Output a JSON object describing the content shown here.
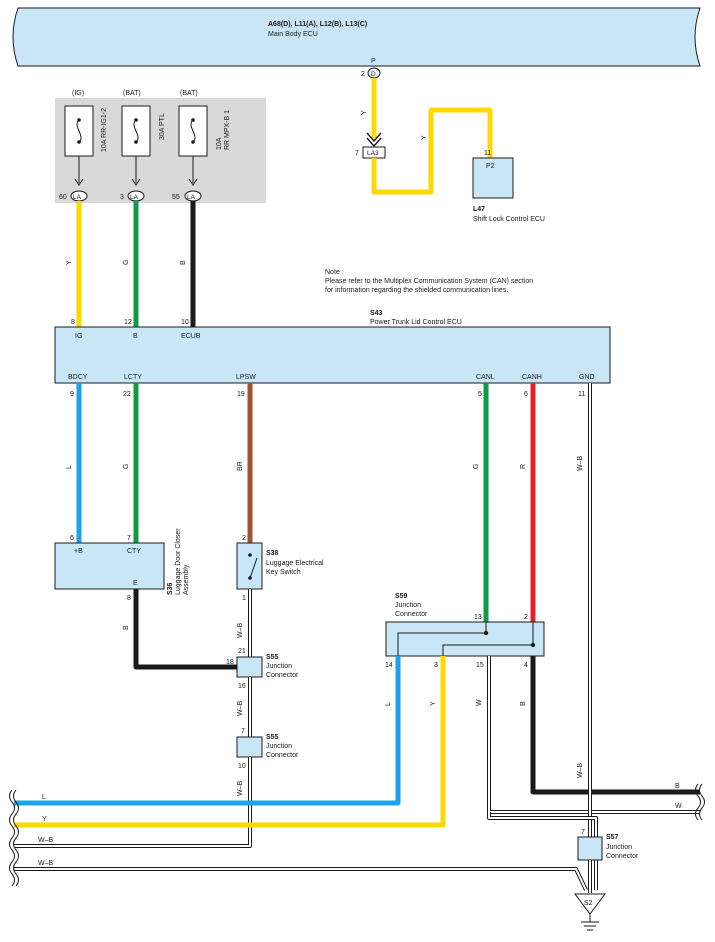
{
  "main_ecu": {
    "codes": "A68(D), L11(A), L12(B), L13(C)",
    "name": "Main Body ECU",
    "pin_num": "2",
    "pin_conn": "D",
    "pin_label": "P"
  },
  "fuses": [
    {
      "source": "(IG)",
      "rating": "10A RR-IG1-2",
      "pin": "60",
      "conn": "LA",
      "wire": "Y",
      "pin_ecu": "8",
      "term": "IG"
    },
    {
      "source": "(BAT)",
      "rating": "30A PTL",
      "pin": "3",
      "conn": "LA",
      "wire": "G",
      "pin_ecu": "12",
      "term": "B"
    },
    {
      "source": "(BAT)",
      "rating_line1": "10A",
      "rating_line2": "RR MPX-B 1",
      "pin": "55",
      "conn": "LA",
      "wire": "B",
      "pin_ecu": "10",
      "term": "ECUB"
    }
  ],
  "la3": {
    "pin": "7",
    "label": "LA3",
    "wire_top": "Y",
    "wire_right": "Y"
  },
  "l47": {
    "code": "L47",
    "name": "Shift Lock Control ECU",
    "pin": "11",
    "term": "P2"
  },
  "note": {
    "line1": "Note :",
    "line2": "Please refer to the Multiplex Communication System (CAN) section",
    "line3": "for information regarding the shielded communication lines."
  },
  "s43": {
    "code": "S43",
    "name": "Power Trunk Lid Control ECU",
    "bottom": [
      {
        "term": "BDCY",
        "pin": "9",
        "wire": "L"
      },
      {
        "term": "LCTY",
        "pin": "22",
        "wire": "G"
      },
      {
        "term": "LPSW",
        "pin": "19",
        "wire": "BR"
      },
      {
        "term": "CANL",
        "pin": "5",
        "wire": "G"
      },
      {
        "term": "CANH",
        "pin": "6",
        "wire": "R"
      },
      {
        "term": "GND",
        "pin": "11",
        "wire": "W–B"
      }
    ]
  },
  "s36": {
    "code": "S36",
    "name_line1": "Luggage Door Closer",
    "name_line2": "Assembly",
    "term_b": "+B",
    "term_cty": "CTY",
    "term_e": "E",
    "pin_b": "6",
    "pin_cty": "7",
    "pin_e": "8",
    "wire_e": "B"
  },
  "s38": {
    "code": "S38",
    "name_line1": "Luggage Electrical",
    "name_line2": "Key Switch",
    "pin_top": "2",
    "pin_bot": "1",
    "wire_bot": "W–B"
  },
  "s55a": {
    "code": "S55",
    "name_line1": "Junction",
    "name_line2": "Connector",
    "pin_top": "21",
    "pin_left": "18",
    "pin_bot": "16",
    "wire_bot": "W–B"
  },
  "s55b": {
    "code": "S55",
    "name_line1": "Junction",
    "name_line2": "Connector",
    "pin_top": "7",
    "pin_bot": "10",
    "wire_bot": "W–B"
  },
  "s59": {
    "code": "S59",
    "name_line1": "Junction",
    "name_line2": "Connector",
    "pin_13": "13",
    "pin_2": "2",
    "pin_14": "14",
    "pin_3": "3",
    "pin_15": "15",
    "pin_4": "4",
    "wire_14": "L",
    "wire_3": "Y",
    "wire_15": "W",
    "wire_4": "B"
  },
  "s57": {
    "code": "S57",
    "name_line1": "Junction",
    "name_line2": "Connector",
    "pin": "7",
    "wire_top": "W–B"
  },
  "ground": {
    "label": "S2"
  },
  "left_wires": [
    {
      "label": "L"
    },
    {
      "label": "Y"
    },
    {
      "label": "W–B"
    },
    {
      "label": "W–B"
    }
  ],
  "right_wires": [
    {
      "label": "B"
    },
    {
      "label": "W"
    }
  ],
  "colors": {
    "blue": "#1aa3e8",
    "yellow": "#ffd800",
    "green": "#0f9a48",
    "black": "#1a1a1a",
    "brown": "#a0522d",
    "red": "#e8202a",
    "white_wire": "#ffffff",
    "box": "#c8e6f5",
    "fuse_panel": "#d9d9d9"
  }
}
